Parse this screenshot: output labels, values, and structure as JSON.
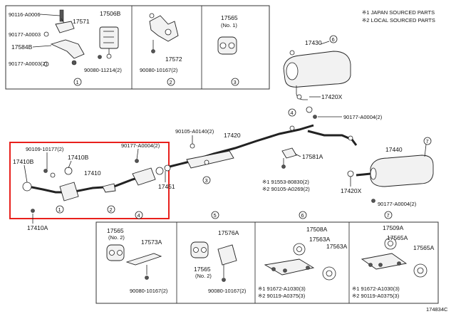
{
  "notes": [
    "※1 JAPAN SOURCED PARTS",
    "※2 LOCAL SOURCED PARTS"
  ],
  "diagram_id": "174834C",
  "circle_numbers": [
    "1",
    "2",
    "3",
    "4",
    "5",
    "6",
    "7"
  ],
  "parts": {
    "p90116": "90116-A0006",
    "p17571": "17571",
    "p17506B": "17506B",
    "p90177a": "90177-A0003",
    "p17584B": "17584B",
    "p90177b": "90177-A0003(2)",
    "p90080a": "90080-11214(2)",
    "p17572": "17572",
    "p90080b": "90080-10167(2)",
    "p17565a": "17565",
    "p17565a_no": "(No. 1)",
    "p17430": "17430",
    "p17420Xa": "17420X",
    "p90177c": "90177-A0004(2)",
    "p90105a": "90105-A0140(2)",
    "p17420": "17420",
    "p90109": "90109-10177(2)",
    "p90177d": "90177-A0004(2)",
    "p17410Ba": "17410B",
    "p17410Bb": "17410B",
    "p17410": "17410",
    "p17451": "17451",
    "p17410A": "17410A",
    "p17581A": "17581A",
    "p91553": "※1 91553-80830(2)",
    "p90105b": "※2 90105-A0269(2)",
    "p17440": "17440",
    "p17420Xb": "17420X",
    "p90177e": "90177-A0004(2)",
    "p17565b": "17565",
    "p17565b_no": "(No. 2)",
    "p17573A": "17573A",
    "p90080c": "90080-10167(2)",
    "p17576A": "17576A",
    "p17565c": "17565",
    "p17565c_no": "(No. 2)",
    "p90080d": "90080-10167(2)",
    "p17508A": "17508A",
    "p17563Aa": "17563A",
    "p17563Ab": "17563A",
    "p91672a": "※1 91672-A1030(3)",
    "p90119a": "※2 90119-A0375(3)",
    "p17509A": "17509A",
    "p17565Aa": "17565A",
    "p17565Ab": "17565A",
    "p91672b": "※1 91672-A1030(3)",
    "p90119b": "※2 90119-A0375(3)"
  },
  "colors": {
    "highlight": "#e8201c",
    "line": "#222222"
  }
}
